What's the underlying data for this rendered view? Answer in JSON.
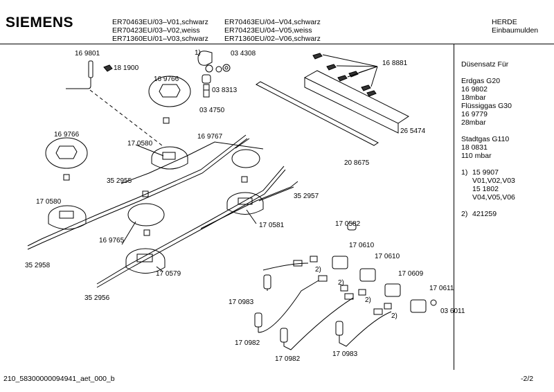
{
  "header": {
    "brand": "SIEMENS",
    "models_col1": [
      "ER70463EU/03–V01,schwarz",
      "ER70423EU/03–V02,weiss",
      "ER71360EU/01–V03,schwarz"
    ],
    "models_col2": [
      "ER70463EU/04–V04,schwarz",
      "ER70423EU/04–V05,weiss",
      "ER71360EU/02–V06,schwarz"
    ],
    "category": [
      "HERDE",
      "Einbaumulden"
    ]
  },
  "sidebar": {
    "title": "Düsensatz Für",
    "groups": [
      [
        "Erdgas G20",
        "16 9802",
        "18mbar",
        "Flüssiggas G30",
        "16 9779",
        "28mbar"
      ],
      [
        "Stadtgas G110",
        "18 0831",
        "110 mbar"
      ]
    ],
    "notes": [
      {
        "num": "1)",
        "lines": [
          "15 9907",
          "V01,V02,V03",
          "15 1802",
          "V04,V05,V06"
        ]
      },
      {
        "num": "2)",
        "lines": [
          "421259"
        ]
      }
    ]
  },
  "parts": {
    "p1": "16 9801",
    "p2": "18 1900",
    "p3": "1)",
    "p4": "03 4308",
    "p5": "03 8313",
    "p6": "03 4750",
    "p7": "16 8881",
    "p8": "16 9766",
    "p9": "16 9766",
    "p10": "17 0580",
    "p11": "16 9767",
    "p12": "26 5474",
    "p13": "20 8675",
    "p14": "35 2955",
    "p15": "17 0580",
    "p16": "35 2957",
    "p17": "17 0581",
    "p18": "17 0582",
    "p19": "16 9765",
    "p20": "17 0610",
    "p21": "17 0610",
    "p22": "35 2958",
    "p23": "17 0579",
    "p24": "17 0609",
    "p25": "17 0611",
    "p26": "35 2956",
    "p27": "17 0983",
    "p28": "03 6011",
    "p29": "17 0982",
    "p30": "17 0982",
    "p31": "17 0983",
    "n1": "2)",
    "n2": "2)",
    "n3": "2)",
    "n4": "2)"
  },
  "footer": {
    "doc_id": "210_58300000094941_aet_000_b",
    "page": "-2/2"
  }
}
